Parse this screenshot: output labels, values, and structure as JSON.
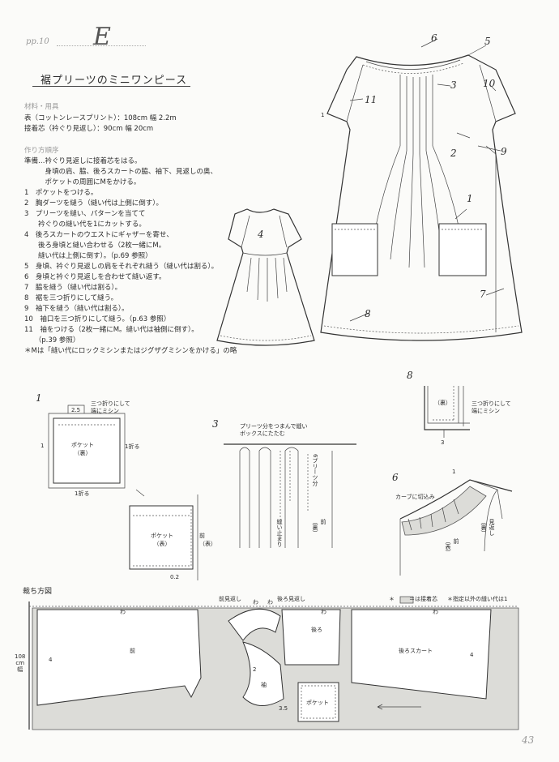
{
  "header": {
    "page_ref": "pp.10",
    "letter": "E",
    "title": "裾プリーツのミニワンピース"
  },
  "materials": {
    "heading": "材料・用具",
    "items": [
      "表（コットンレースプリント）：108cm 幅 2.2m",
      "接着芯（衿ぐり見返し）：90cm 幅 20cm"
    ]
  },
  "steps": {
    "heading": "作り方順序",
    "items": [
      "準備…衿ぐり見返しに接着芯をはる。",
      "　　　身頃の肩、脇、後ろスカートの脇、袖下、見返しの奥、",
      "　　　ポケットの周囲にMをかける。",
      "1　ポケットをつける。",
      "2　胸ダーツを縫う（縫い代は上側に倒す）。",
      "3　プリーツを縫い、パターンを当てて",
      "　　衿ぐりの縫い代を1にカットする。",
      "4　後ろスカートのウエストにギャザーを寄せ、",
      "　　後ろ身頃と縫い合わせる（2枚一緒にM。",
      "　　縫い代は上側に倒す）。（p.69 参照）",
      "5　身頃、衿ぐり見返しの肩をそれぞれ縫う（縫い代は割る）。",
      "6　身頃と衿ぐり見返しを合わせて縫い返す。",
      "7　脇を縫う（縫い代は割る）。",
      "8　裾を三つ折りにして縫う。",
      "9　袖下を縫う（縫い代は割る）。",
      "10　袖口を三つ折りにして縫う。（p.63 参照）",
      "11　袖をつける（2枚一緒にM。縫い代は袖側に倒す）。",
      "　　（p.39 参照）",
      "＊Mは「縫い代にロックミシンまたはジグザグミシンをかける」の略"
    ]
  },
  "front_labels": [
    "6",
    "5",
    "3",
    "10",
    "11",
    "1",
    "2",
    "9",
    "1",
    "7",
    "8"
  ],
  "back_labels": [
    "4"
  ],
  "diagram1": {
    "num": "1",
    "dim_top": "2.5",
    "note": "三つ折りにして\n端にミシン",
    "left": "1",
    "fold_right": "1折る",
    "fold_bottom": "1折る",
    "pocket": "ポケット\n（裏）",
    "pocket2": "ポケット\n（表）",
    "front": "前\n（表）",
    "bottom_dim": "0.2"
  },
  "diagram3": {
    "num": "3",
    "note": "プリーツ分をつまんで縫い\nボックスにたたむ",
    "pleat": "6プリーツ分",
    "stitch": "縫い止まり",
    "back": "前\n（裏）"
  },
  "diagram8": {
    "num": "8",
    "back": "（裏）",
    "note": "三つ折りにして\n端にミシン",
    "dim": "3"
  },
  "diagram6": {
    "num": "6",
    "curve": "カーブに切込み",
    "dim": "1",
    "facing": "見返し\n（裏）",
    "front": "前\n（表）"
  },
  "layout": {
    "title": "裁ち方図",
    "legend1": "＝は接着芯",
    "legend2": "＊指定以外の縫い代は1",
    "width_label": "108\ncm\n幅",
    "front_facing": "前見返し",
    "back_facing": "後ろ見返し",
    "wa": "わ",
    "front": "前",
    "back": "後ろ",
    "back_skirt": "後ろスカート",
    "sleeve": "袖",
    "pocket": "ポケット",
    "n4": "4",
    "n2": "2",
    "n35": "3.5"
  },
  "page_number": "43"
}
